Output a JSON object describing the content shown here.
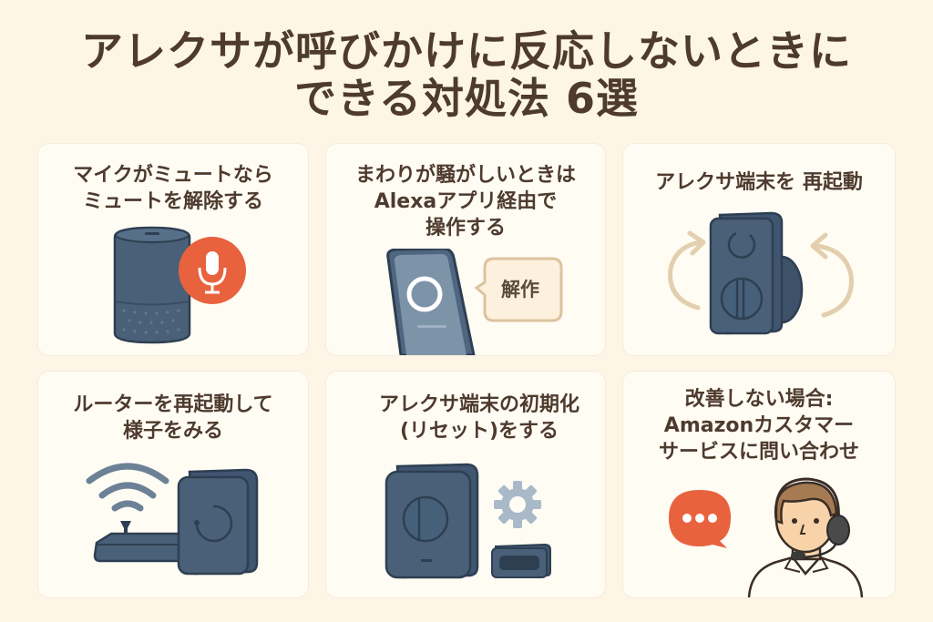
{
  "title": {
    "line1": "アレクサが呼びかけに反応しないときに",
    "line2": "できる対処法 6選"
  },
  "cards": [
    {
      "id": "mute",
      "label_lines": [
        "マイクがミュートなら",
        "ミュートを解除する"
      ],
      "icons": [
        "smart-speaker-icon",
        "microphone-icon"
      ]
    },
    {
      "id": "app",
      "label_lines": [
        "まわりが騒がしいときは",
        "Alexaアプリ経由で",
        "操作する"
      ],
      "bubble_text": "解作",
      "icons": [
        "smartphone-icon",
        "alexa-ring-icon",
        "speech-bubble-icon"
      ]
    },
    {
      "id": "restart-device",
      "label_lines": [
        "アレクサ端末を 再起動"
      ],
      "icons": [
        "smart-lock-device-icon",
        "rotate-arrows-icon"
      ]
    },
    {
      "id": "router",
      "label_lines": [
        "ルーターを再起動して",
        "様子をみる"
      ],
      "icons": [
        "wifi-icon",
        "router-icon",
        "power-device-icon"
      ]
    },
    {
      "id": "reset",
      "label_lines": [
        "アレクサ端末の初期化",
        "(リセット)をする"
      ],
      "icons": [
        "device-icon",
        "gear-icon",
        "small-device-icon"
      ]
    },
    {
      "id": "support",
      "label_lines": [
        "改善しない場合:",
        "Amazonカスタマー",
        "サービスに問い合わせ"
      ],
      "icons": [
        "chat-bubble-icon",
        "support-agent-icon"
      ]
    }
  ],
  "colors": {
    "background": "#fdf5e6",
    "card": "#fffcf4",
    "title_text": "#4e3b2e",
    "device": "#4a6078",
    "device_outline": "#2e3f52",
    "accent_orange": "#e8623e",
    "arrow_beige": "#e3cfae",
    "gear": "#a9b9c8"
  }
}
